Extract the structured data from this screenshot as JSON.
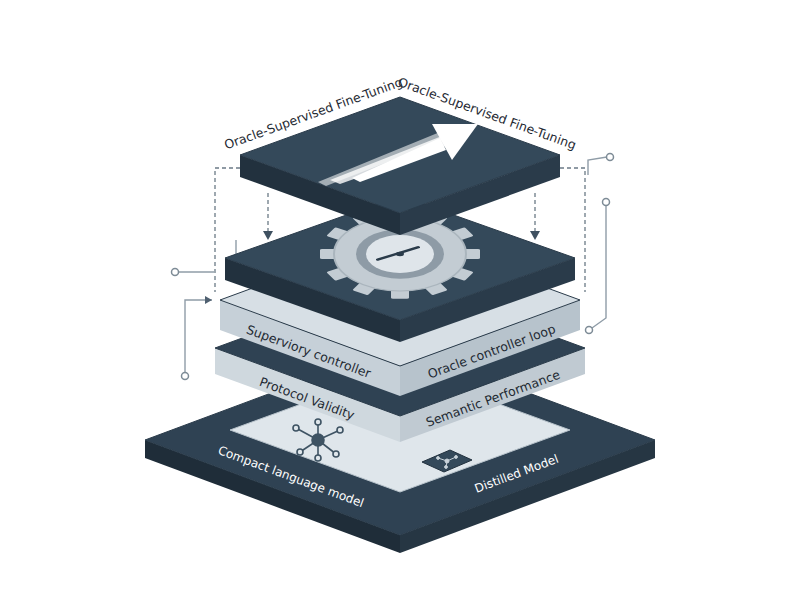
{
  "diagram": {
    "nodes": [
      {
        "text": [
          "Oracle-Supervised Fine-Tuning",
          "Oracle-Supervised Fine-Tuning"
        ]
      },
      {
        "text": [
          "Superviory controller",
          "Oracle controller loop"
        ]
      },
      {
        "text": [
          "Protocol Validity",
          "Semantic Performance"
        ]
      },
      {
        "text": [
          "Compact language model",
          "Distilled Model"
        ]
      }
    ]
  }
}
